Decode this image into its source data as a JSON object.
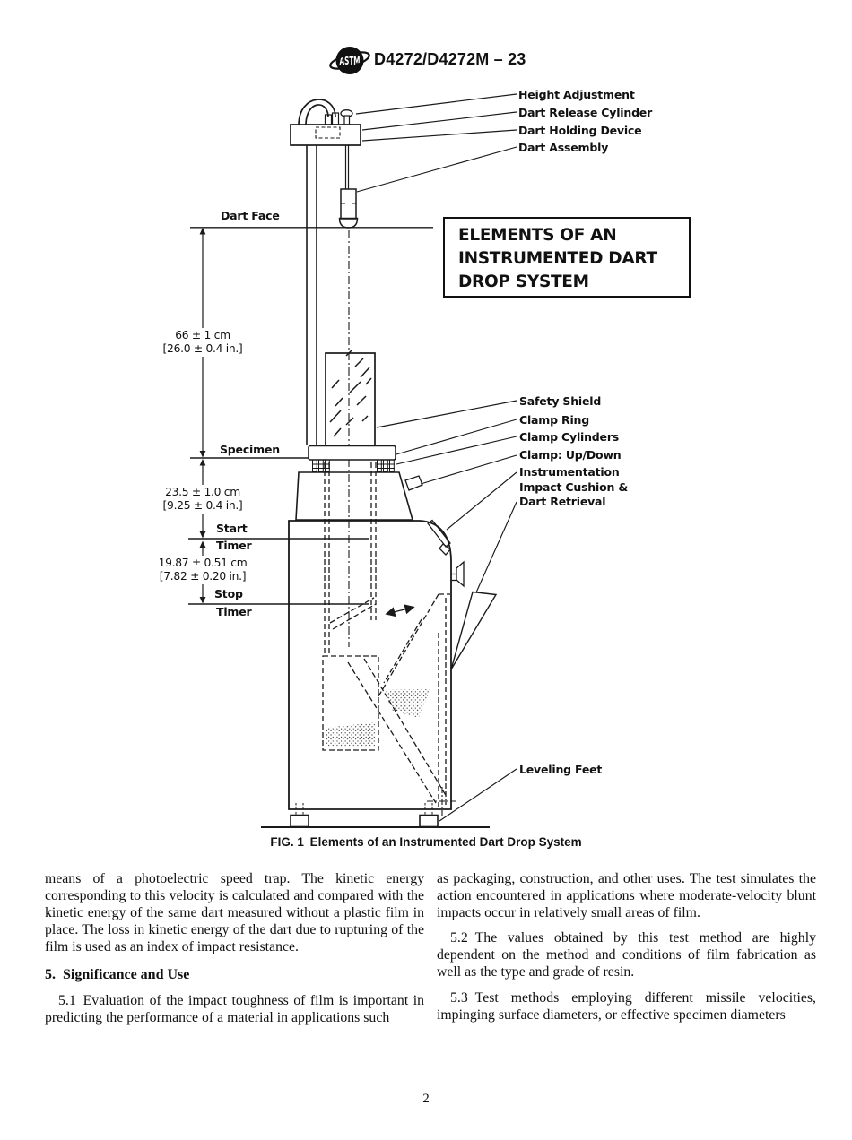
{
  "header": {
    "title": "D4272/D4272M – 23",
    "logo": "astm-logo"
  },
  "figure": {
    "box_title_lines": [
      "ELEMENTS OF AN",
      "INSTRUMENTED DART",
      "DROP SYSTEM"
    ],
    "caption": "FIG. 1 Elements of an Instrumented Dart Drop System",
    "labels": {
      "height_adjustment": "Height Adjustment",
      "dart_release_cylinder": "Dart Release Cylinder",
      "dart_holding_device": "Dart Holding Device",
      "dart_assembly": "Dart Assembly",
      "dart_face": "Dart Face",
      "specimen": "Specimen",
      "start": "Start",
      "timer_start": "Timer",
      "stop": "Stop",
      "timer_stop": "Timer",
      "safety_shield": "Safety Shield",
      "clamp_ring": "Clamp Ring",
      "clamp_cylinders": "Clamp Cylinders",
      "clamp_updown": "Clamp: Up/Down",
      "instrumentation": "Instrumentation",
      "impact_cushion_line1": "Impact Cushion &",
      "impact_cushion_line2": "Dart Retrieval",
      "leveling_feet": "Leveling Feet"
    },
    "dimensions": {
      "drop_height_cm": "66 ± 1 cm",
      "drop_height_in": "[26.0 ± 0.4 in.]",
      "specimen_to_start_cm": "23.5 ± 1.0 cm",
      "specimen_to_start_in": "[9.25 ± 0.4 in.]",
      "start_to_stop_cm": "19.87 ± 0.51 cm",
      "start_to_stop_in": "[7.82 ± 0.20 in.]"
    }
  },
  "body": {
    "left_column": {
      "para_continuation": "means of a photoelectric speed trap. The kinetic energy corresponding to this velocity is calculated and compared with the kinetic energy of the same dart measured without a plastic film in place. The loss in kinetic energy of the dart due to rupturing of the film is used as an index of impact resistance.",
      "section_heading": "5. Significance and Use",
      "para_5_1": "5.1 Evaluation of the impact toughness of film is important in predicting the performance of a material in applications such"
    },
    "right_column": {
      "para_continuation": "as packaging, construction, and other uses. The test simulates the action encountered in applications where moderate-velocity blunt impacts occur in relatively small areas of film.",
      "para_5_2": "5.2 The values obtained by this test method are highly dependent on the method and conditions of film fabrication as well as the type and grade of resin.",
      "para_5_3": "5.3 Test methods employing different missile velocities, impinging surface diameters, or effective specimen diameters"
    }
  },
  "footer": {
    "page_number": "2"
  }
}
